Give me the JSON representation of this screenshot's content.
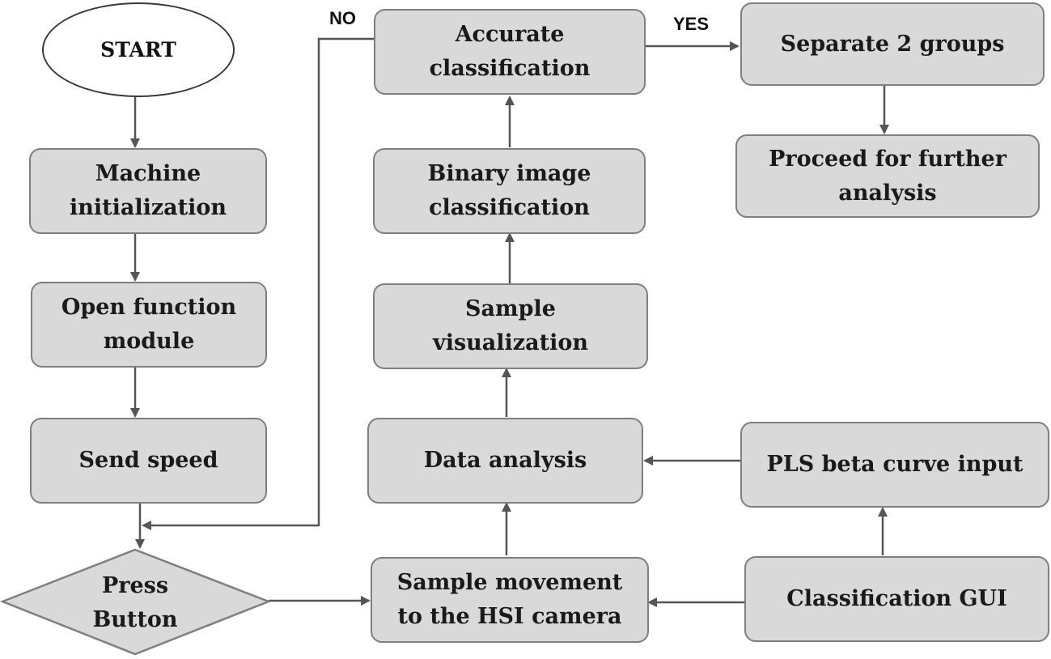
{
  "start": {
    "label": "START"
  },
  "nodes": {
    "machine_init": "Machine\ninitialization",
    "open_function": "Open function\nmodule",
    "send_speed": "Send speed",
    "press_button": "Press\nButton",
    "sample_movement": "Sample movement\nto the HSI camera",
    "data_analysis": "Data analysis",
    "sample_visualization": "Sample\nvisualization",
    "binary_classification": "Binary image\nclassification",
    "accurate_classification": "Accurate\nclassification",
    "separate_groups": "Separate 2 groups",
    "proceed_analysis": "Proceed for further\nanalysis",
    "pls_input": "PLS beta curve input",
    "classification_gui": "Classification GUI"
  },
  "edge_labels": {
    "no": "NO",
    "yes": "YES"
  },
  "colors": {
    "box_fill": "#d9d9d9",
    "box_border": "#7f7f7f",
    "arrow": "#555555",
    "start_fill": "#ffffff"
  }
}
